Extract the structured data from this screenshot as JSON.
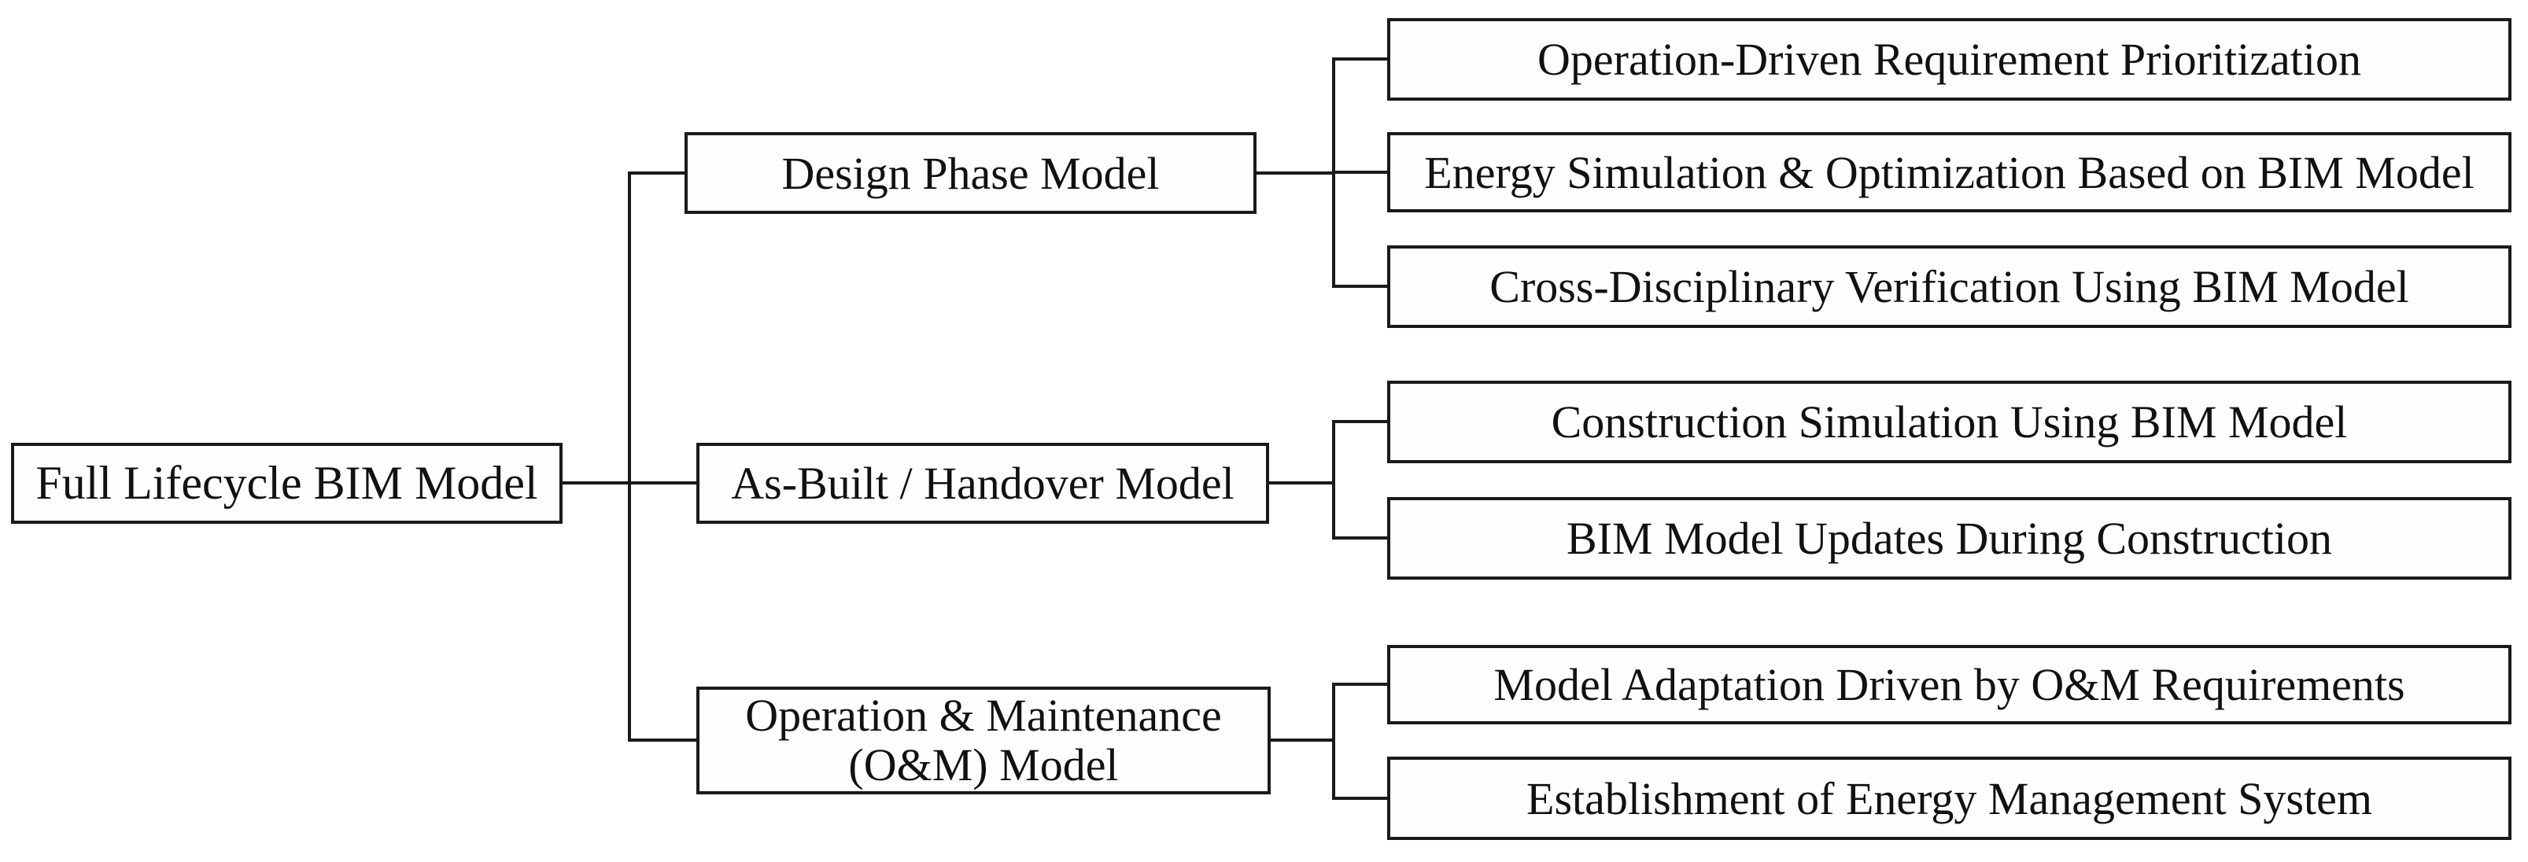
{
  "diagram": {
    "title_implicit": "Full lifecycle BIM model hierarchy",
    "root": {
      "label": "Full Lifecycle BIM Model"
    },
    "branches": [
      {
        "label": "Design Phase Model",
        "children": [
          "Operation-Driven Requirement Prioritization",
          "Energy Simulation & Optimization Based on BIM Model",
          "Cross-Disciplinary Verification Using BIM Model"
        ]
      },
      {
        "label": "As-Built / Handover Model",
        "children": [
          "Construction Simulation Using BIM Model",
          "BIM Model Updates During Construction"
        ]
      },
      {
        "label": "Operation & Maintenance (O&M) Model",
        "children": [
          "Model Adaptation Driven by O&M Requirements",
          "Establishment of Energy Management System"
        ]
      }
    ],
    "colors": {
      "line": "#1a1a1a",
      "box_border": "#1a1a1a",
      "box_background": "#fefefe",
      "text": "#111111",
      "background": "#ffffff"
    }
  }
}
